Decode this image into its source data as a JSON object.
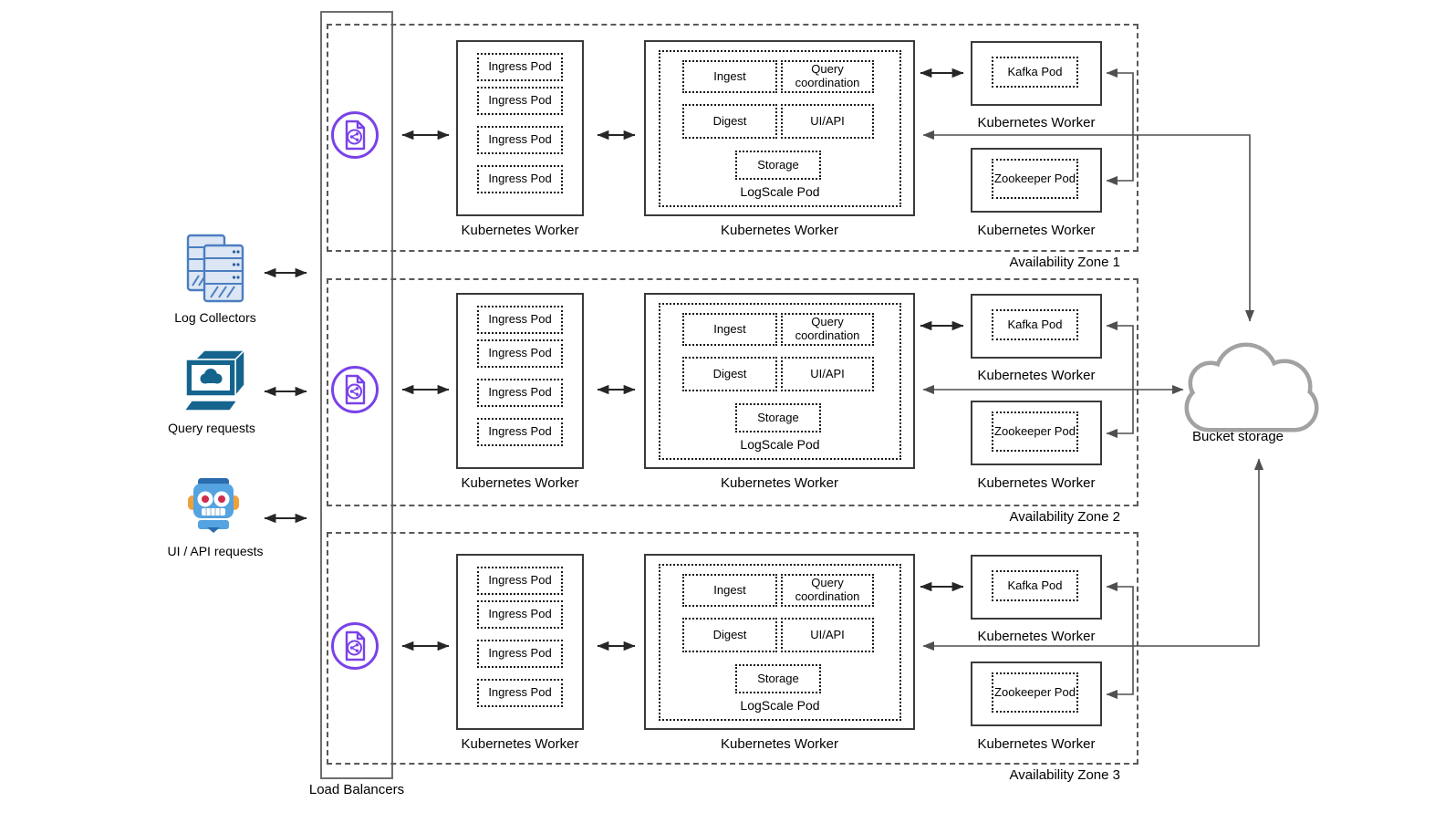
{
  "sources": [
    {
      "label": "Log Collectors",
      "icon": "server-stack-icon"
    },
    {
      "label": "Query requests",
      "icon": "query-terminal-icon"
    },
    {
      "label": "UI / API requests",
      "icon": "robot-icon"
    }
  ],
  "load_balancers": {
    "label": "Load Balancers",
    "icon": "load-balancer-icon",
    "count": 3
  },
  "zones": [
    {
      "label": "Availability Zone 1",
      "ingress_worker": {
        "label": "Kubernetes Worker",
        "pods": [
          "Ingress Pod",
          "Ingress Pod",
          "Ingress Pod",
          "Ingress Pod"
        ]
      },
      "logscale_worker": {
        "label": "Kubernetes Worker",
        "pod_name": "LogScale Pod",
        "components": {
          "ingest": "Ingest",
          "query_coordination": "Query coordination",
          "digest": "Digest",
          "ui_api": "UI/API",
          "storage": "Storage"
        }
      },
      "kafka_worker": {
        "label": "Kubernetes Worker",
        "pod": "Kafka Pod"
      },
      "zookeeper_worker": {
        "label": "Kubernetes Worker",
        "pod": "Zookeeper Pod"
      }
    },
    {
      "label": "Availability Zone 2",
      "ingress_worker": {
        "label": "Kubernetes Worker",
        "pods": [
          "Ingress Pod",
          "Ingress Pod",
          "Ingress Pod",
          "Ingress Pod"
        ]
      },
      "logscale_worker": {
        "label": "Kubernetes Worker",
        "pod_name": "LogScale Pod",
        "components": {
          "ingest": "Ingest",
          "query_coordination": "Query coordination",
          "digest": "Digest",
          "ui_api": "UI/API",
          "storage": "Storage"
        }
      },
      "kafka_worker": {
        "label": "Kubernetes Worker",
        "pod": "Kafka Pod"
      },
      "zookeeper_worker": {
        "label": "Kubernetes Worker",
        "pod": "Zookeeper Pod"
      }
    },
    {
      "label": "Availability Zone 3",
      "ingress_worker": {
        "label": "Kubernetes Worker",
        "pods": [
          "Ingress Pod",
          "Ingress Pod",
          "Ingress Pod",
          "Ingress Pod"
        ]
      },
      "logscale_worker": {
        "label": "Kubernetes Worker",
        "pod_name": "LogScale Pod",
        "components": {
          "ingest": "Ingest",
          "query_coordination": "Query coordination",
          "digest": "Digest",
          "ui_api": "UI/API",
          "storage": "Storage"
        }
      },
      "kafka_worker": {
        "label": "Kubernetes Worker",
        "pod": "Kafka Pod"
      },
      "zookeeper_worker": {
        "label": "Kubernetes Worker",
        "pod": "Zookeeper Pod"
      }
    }
  ],
  "bucket_storage": {
    "label": "Bucket storage",
    "icon": "cloud-icon"
  },
  "colors": {
    "background": "#ffffff",
    "arrow_black": "#262626",
    "connector_gray": "#4f4f4f",
    "worker_border": "#3a3a3a",
    "pod_border": "#181818",
    "zone_border": "#595959",
    "lb_border": "#6e6e6e",
    "lb_purple": "#7a42e8",
    "cloud_stroke": "#a2a2a2",
    "server_fill": "#dce6f4",
    "server_stroke": "#4b7ec0",
    "server_dot": "#2f5e9e",
    "terminal_blue": "#15648e",
    "robot_blue": "#55a3e0",
    "robot_dark_blue": "#2a6cae",
    "robot_orange": "#f0a03a",
    "robot_red": "#cf2d4e"
  }
}
